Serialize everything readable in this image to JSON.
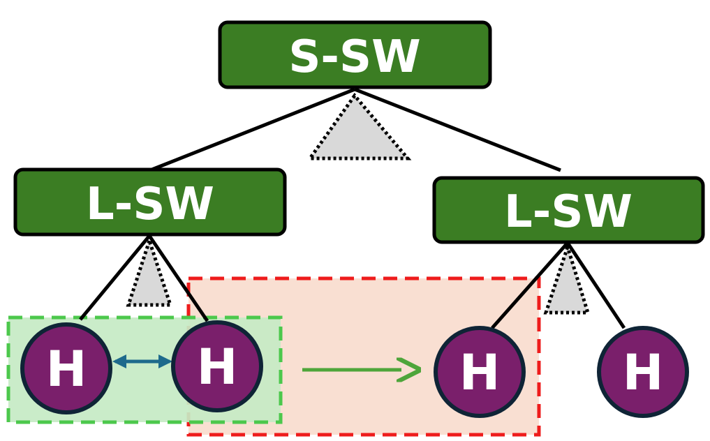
{
  "spine": {
    "label": "S-SW"
  },
  "leaves": [
    {
      "label": "L-SW"
    },
    {
      "label": "L-SW"
    }
  ],
  "hosts": [
    {
      "label": "H"
    },
    {
      "label": "H"
    },
    {
      "label": "H"
    },
    {
      "label": "H"
    }
  ],
  "colors": {
    "switch_fill": "#3b7d23",
    "host_fill": "#7a1f6b",
    "host_stroke": "#0f2436",
    "local_region_fill": "#c6eac4",
    "local_region_border": "#4cc84c",
    "remote_region_fill": "#f9dfd2",
    "remote_region_border": "#ee1c1c",
    "local_link": "#1e6a8c",
    "migration_arrow": "#4ea53a",
    "triangle_fill": "#d9d9d9"
  }
}
